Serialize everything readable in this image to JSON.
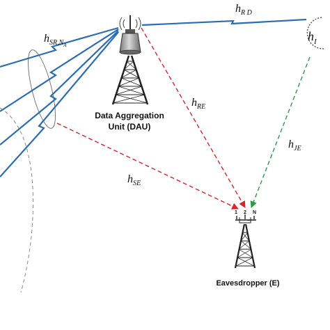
{
  "channels": {
    "h_rd": {
      "base": "h",
      "sub": "R D"
    },
    "h_i": {
      "base": "h",
      "sub": "I"
    },
    "h_sr_na": {
      "base": "h",
      "sub": "SR,N",
      "subsub": "A"
    },
    "h_re": {
      "base": "h",
      "sub": "RE"
    },
    "h_je": {
      "base": "h",
      "sub": "JE"
    },
    "h_se": {
      "base": "h",
      "sub": "SE"
    }
  },
  "nodes": {
    "dau": {
      "line1": "Data Aggregation",
      "line2": "Unit (DAU)"
    },
    "eavesdropper": {
      "label": "Eavesdropper (E)",
      "antennas": [
        "1",
        "2",
        "N"
      ],
      "dots": "..."
    }
  },
  "colors": {
    "wireless_link": "#2a6db5",
    "dau_to_eve": "#d8232a",
    "source_to_eve": "#d8232a",
    "jammer_to_eve": "#2e9a46",
    "outline": "#777777",
    "text": "#111111"
  }
}
